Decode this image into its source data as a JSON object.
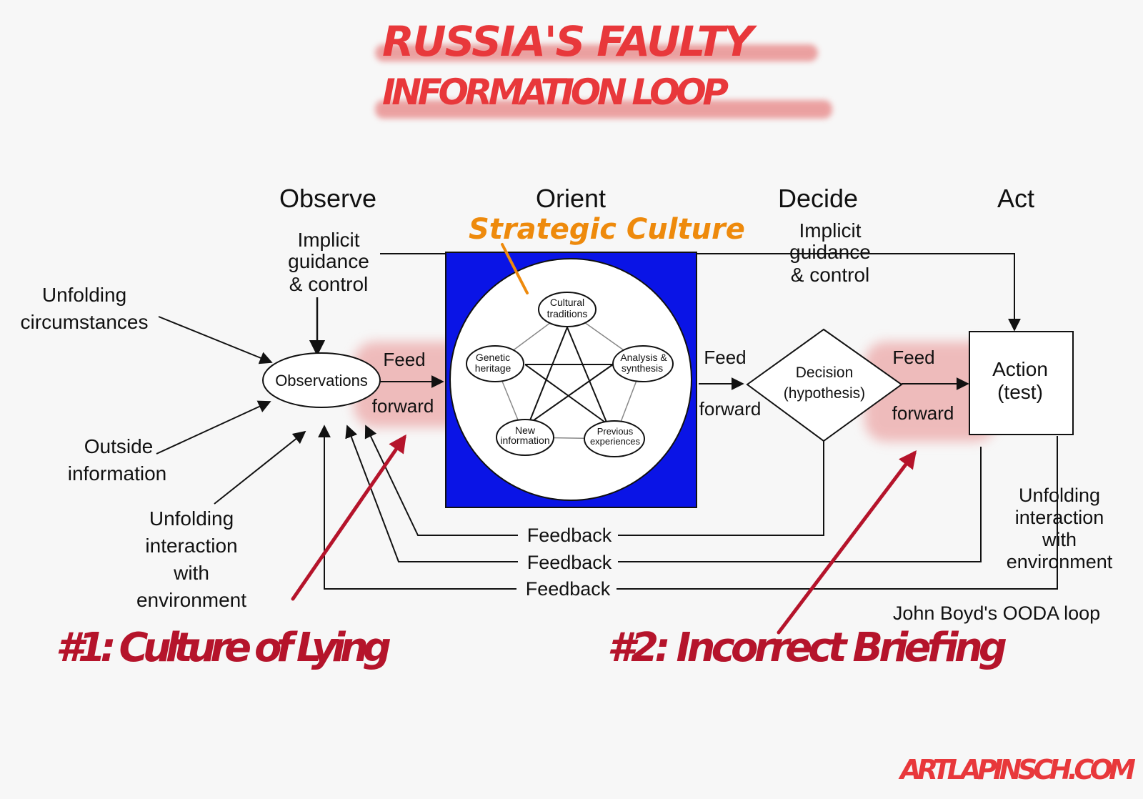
{
  "title": {
    "line1": "RUSSIA'S FAULTY",
    "line2": "INFORMATION LOOP"
  },
  "phases": {
    "observe": "Observe",
    "orient": "Orient",
    "decide": "Decide",
    "act": "Act"
  },
  "annotations": {
    "strategic_culture": "Strategic Culture",
    "culture_of_lying": "#1: Culture of Lying",
    "incorrect_briefing": "#2: Incorrect Briefing",
    "credit": "ARTLAPINSCH.COM"
  },
  "inputs": {
    "unfolding_circumstances": [
      "Unfolding",
      "circumstances"
    ],
    "outside_information": [
      "Outside",
      "information"
    ],
    "unfolding_interaction": [
      "Unfolding",
      "interaction",
      "with",
      "environment"
    ],
    "implicit_guidance_observe": [
      "Implicit",
      "guidance",
      "& control"
    ],
    "implicit_guidance_decide": [
      "Implicit",
      "guidance",
      "& control"
    ],
    "unfolding_interaction_act": [
      "Unfolding",
      "interaction",
      "with",
      "environment"
    ]
  },
  "nodes": {
    "observations": "Observations",
    "decision": [
      "Decision",
      "(hypothesis)"
    ],
    "action": [
      "Action",
      "(test)"
    ]
  },
  "orient_elements": {
    "cultural_traditions": [
      "Cultural",
      "traditions"
    ],
    "genetic_heritage": [
      "Genetic",
      "heritage"
    ],
    "analysis_synthesis": [
      "Analysis &",
      "synthesis"
    ],
    "new_information": [
      "New",
      "information"
    ],
    "previous_experiences": [
      "Previous",
      "experiences"
    ]
  },
  "flow_labels": {
    "feed": "Feed",
    "forward": "forward",
    "feedback": "Feedback"
  },
  "caption": "John Boyd's OODA loop",
  "colors": {
    "orient_box": "#0a14e6",
    "hand_red": "#b5142b",
    "title_red": "#e8383b",
    "highlight": "#e88b8b",
    "strategic_orange": "#ee8a0c"
  }
}
